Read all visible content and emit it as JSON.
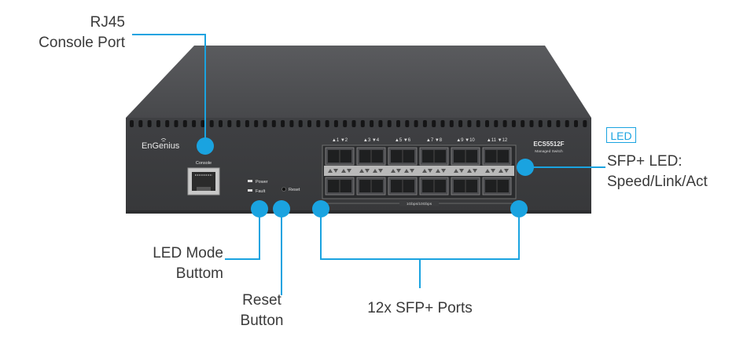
{
  "callouts": {
    "rj45_console": [
      "RJ45",
      "Console Port"
    ],
    "led_mode": [
      "LED Mode",
      "Buttom"
    ],
    "reset": [
      "Reset",
      "Button"
    ],
    "sfp_ports": "12x SFP+ Ports",
    "led_tag": "LED",
    "sfp_led": [
      "SFP+ LED:",
      "Speed/Link/Act"
    ]
  },
  "device": {
    "brand": "EnGenius",
    "model": "ECS5512F",
    "subtitle": "Managed Switch",
    "console_label": "Console",
    "power_label": "Power",
    "fault_label": "Fault",
    "reset_label": "Reset",
    "speed_label": "1Gbps/10Gbps",
    "port_numbers_top": [
      "▲1 ▼2",
      "▲3 ▼4",
      "▲5 ▼6",
      "▲7 ▼8",
      "▲9 ▼10",
      "▲11 ▼12"
    ]
  },
  "colors": {
    "accent": "#1aa3e0",
    "chassis": "#3d3e40",
    "chassis_top": "#515255",
    "text": "#3a3a3a"
  }
}
